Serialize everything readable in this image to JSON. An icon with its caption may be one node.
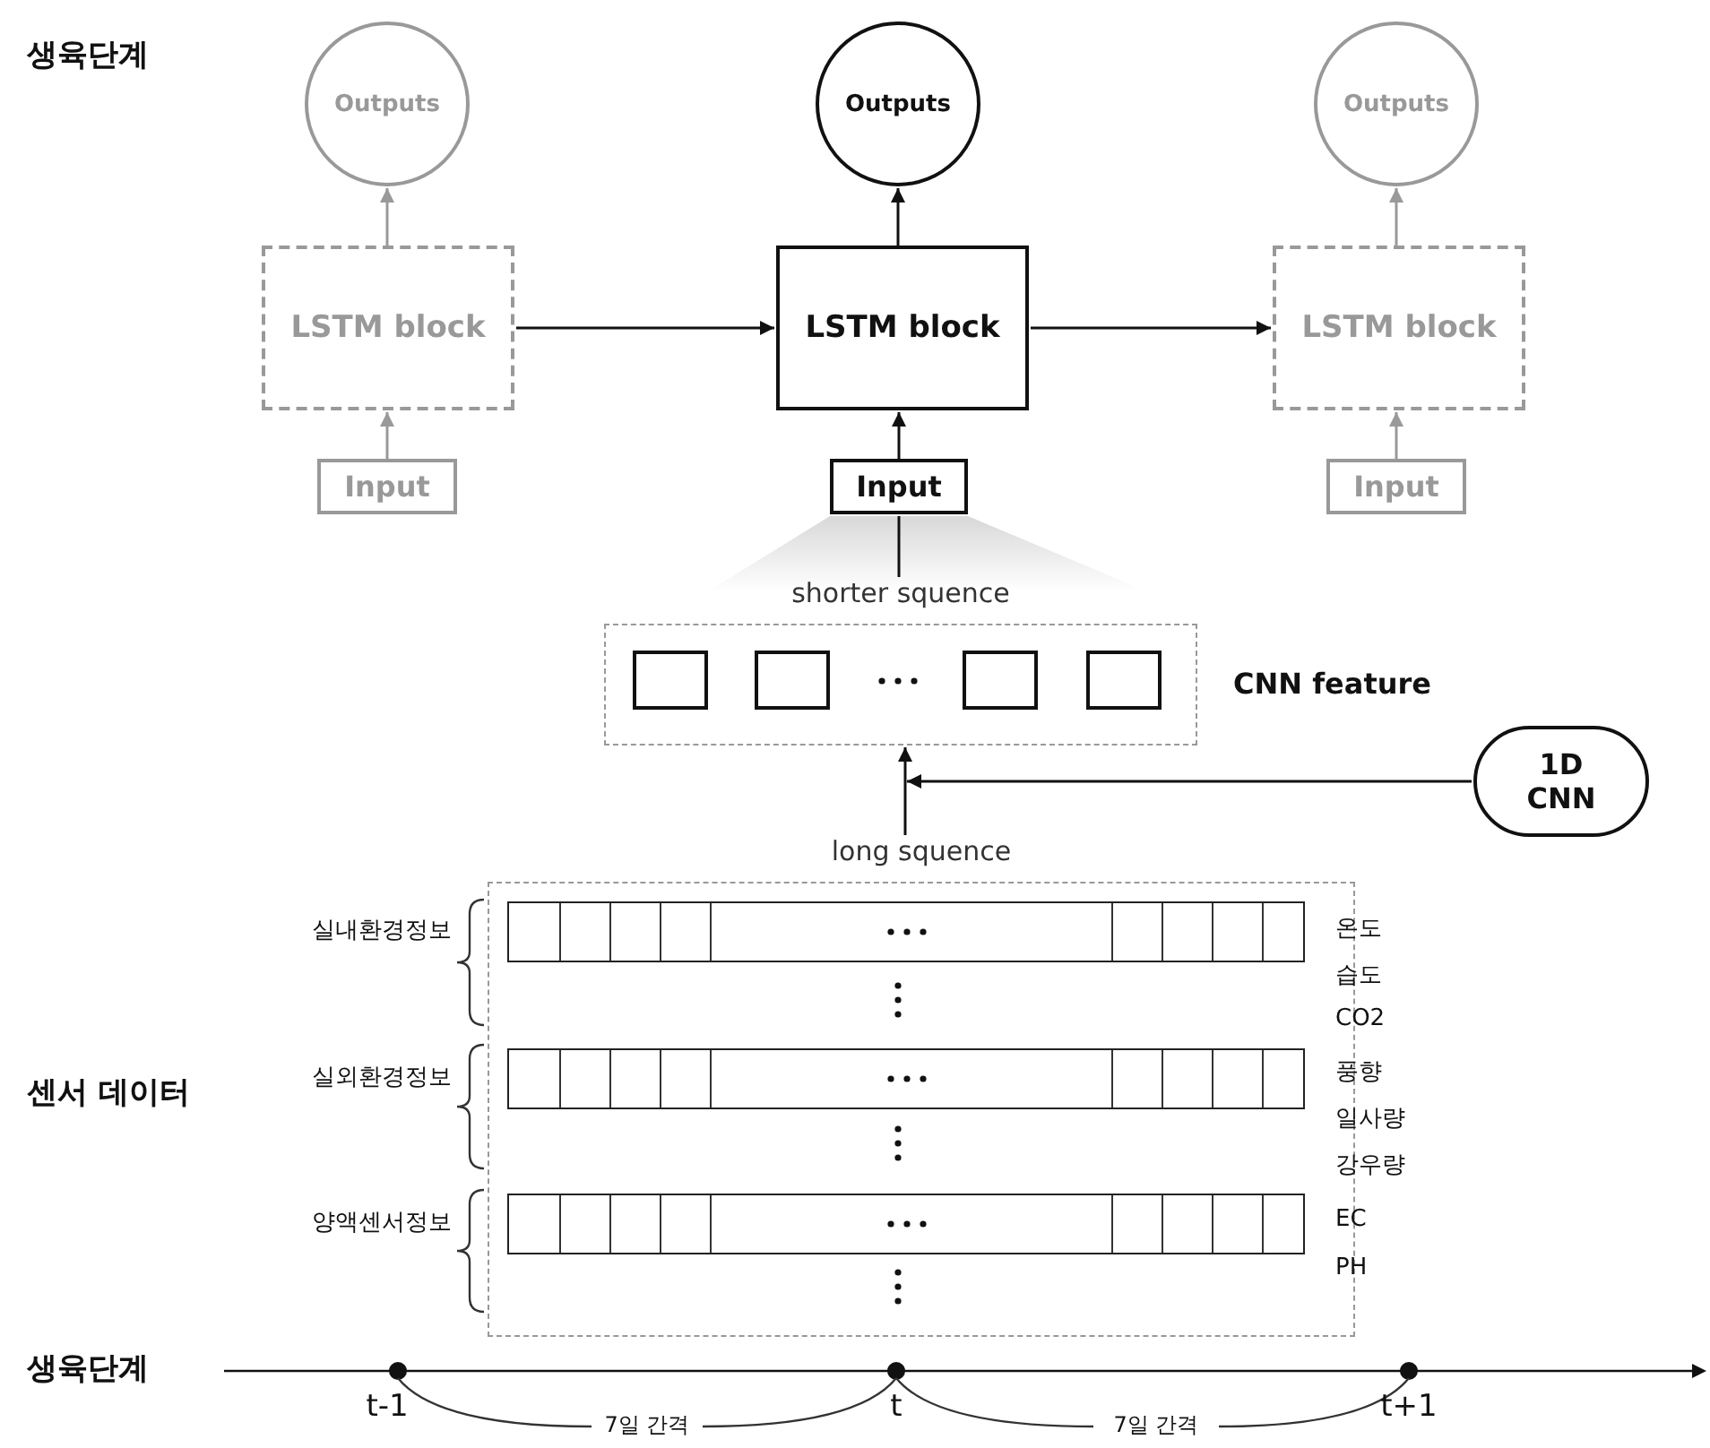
{
  "diagram": {
    "nodes": [
      {
        "text": [
          "Outputs"
        ]
      },
      {
        "text": [
          "Outputs"
        ]
      },
      {
        "text": [
          "Outputs"
        ]
      },
      {
        "text": [
          "LSTM block"
        ]
      },
      {
        "text": [
          "LSTM block"
        ]
      },
      {
        "text": [
          "LSTM block"
        ]
      },
      {
        "text": [
          "Input"
        ]
      },
      {
        "text": [
          "Input"
        ]
      },
      {
        "text": [
          "Input"
        ]
      },
      {
        "text": [
          "shorter squence"
        ],
        "beside": [
          "CNN feature"
        ]
      },
      {
        "text": [],
        "shape": "box",
        "in": 9
      },
      {
        "text": [],
        "shape": "box",
        "in": 9
      },
      {
        "text": [],
        "shape": "box",
        "in": 9
      },
      {
        "text": [],
        "shape": "box",
        "in": 9
      },
      {
        "text": [
          "1D CNN"
        ]
      },
      {
        "text": [
          "long squence"
        ]
      },
      {
        "text": [],
        "shape": "bar",
        "in": 15,
        "beside": [
          "실내환경정보"
        ]
      },
      {
        "text": [],
        "shape": "bar",
        "in": 15,
        "beside": [
          "실외환경정보"
        ]
      },
      {
        "text": [],
        "shape": "bar",
        "in": 15,
        "beside": [
          "양액센서정보"
        ]
      }
    ],
    "edges": [
      {
        "from": 6,
        "to": 3,
        "arrow": "to",
        "color": "#999999"
      },
      {
        "from": 3,
        "to": 0,
        "arrow": "to",
        "color": "#999999"
      },
      {
        "from": 3,
        "to": 4,
        "arrow": "to"
      },
      {
        "from": 7,
        "to": 4,
        "arrow": "to"
      },
      {
        "from": 4,
        "to": 1,
        "arrow": "to"
      },
      {
        "from": 4,
        "to": 5,
        "arrow": "to"
      },
      {
        "from": 8,
        "to": 5,
        "arrow": "to",
        "color": "#999999"
      },
      {
        "from": 5,
        "to": 2,
        "arrow": "to",
        "color": "#999999"
      },
      {
        "from": 9,
        "to": 7,
        "arrow": "none"
      },
      {
        "from": 15,
        "to": 9,
        "arrow": "to"
      },
      {
        "from": 14,
        "to": 9,
        "arrow": "to"
      }
    ],
    "labels": [
      "생육단계",
      "온도",
      "습도",
      "CO2",
      "센서 데이터",
      "풍향",
      "일사량",
      "강우량",
      "EC",
      "PH",
      "생육단계",
      "t-1",
      "7일 간격",
      "t",
      "7일 간격",
      "t+1"
    ]
  }
}
